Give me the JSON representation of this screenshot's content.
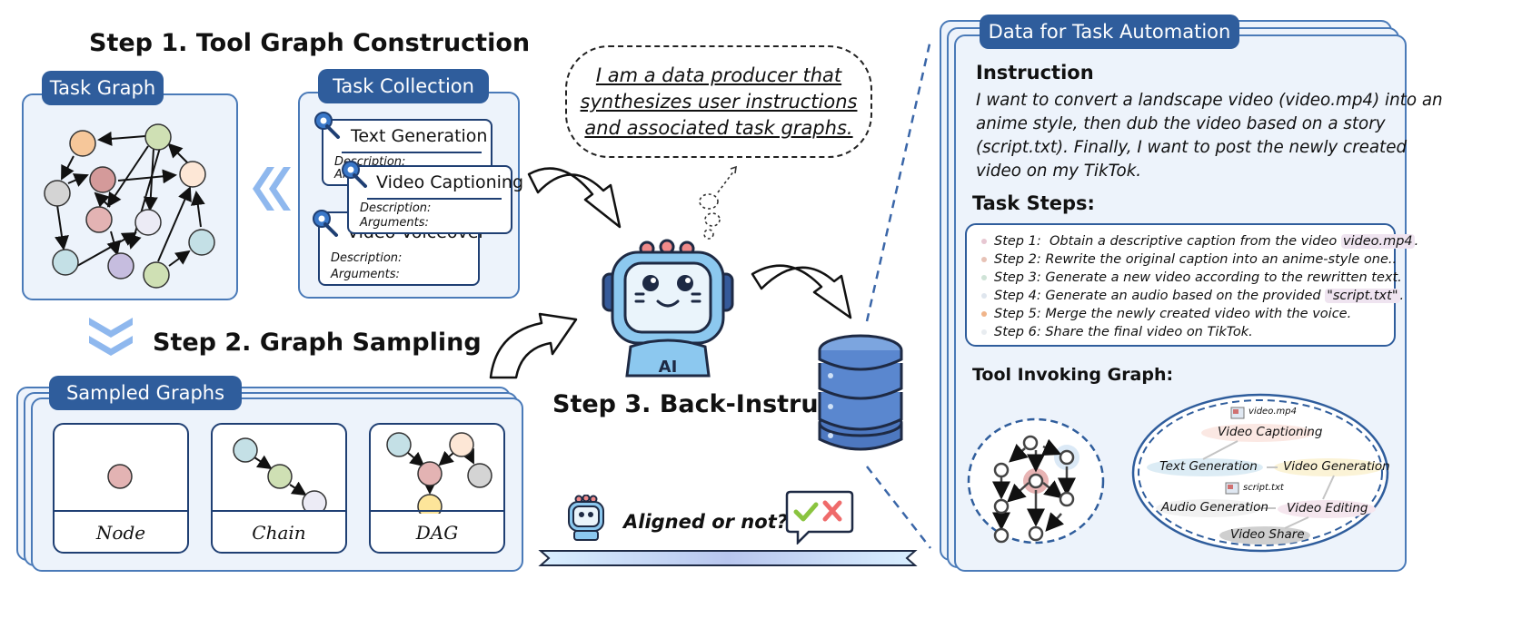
{
  "step1": {
    "heading": "Step 1. Tool Graph Construction",
    "task_graph_tab": "Task Graph",
    "task_collection_tab": "Task Collection",
    "cards": [
      {
        "title": "Text Generation",
        "description": "Description:",
        "arguments": "Arguments:"
      },
      {
        "title": "Video Captioning",
        "description": "Description:",
        "arguments": "Arguments:"
      },
      {
        "title": "Video Voiceover",
        "description": "Description:",
        "arguments": "Arguments:"
      }
    ]
  },
  "step2": {
    "heading": "Step 2. Graph Sampling",
    "sampled_tab": "Sampled Graphs",
    "samples": [
      "Node",
      "Chain",
      "DAG"
    ]
  },
  "step3": {
    "heading": "Step 3. Back-Instruct",
    "bubble_lines": [
      "I am a data producer that",
      "synthesizes user instructions",
      "and associated task graphs."
    ],
    "robot_label": "AI",
    "aligned_text": "Aligned or not?"
  },
  "automation": {
    "tab": "Data for Task Automation",
    "instruction_heading": "Instruction",
    "instruction_lines": [
      "I want to convert a landscape video (video.mp4) into an",
      "anime style, then dub the video based on a story",
      "(script.txt). Finally, I want to post the newly created",
      "video on my TikTok."
    ],
    "task_steps_heading": "Task Steps:",
    "steps": [
      {
        "label": "Step 1:",
        "text": "Obtain a descriptive caption from the video",
        "file": "video.mp4",
        "end": ".",
        "dot": "#e7c7d2"
      },
      {
        "label": "Step 2:",
        "text": "Rewrite the original caption into an anime-style one..",
        "file": "",
        "end": "",
        "dot": "#e7c2b6"
      },
      {
        "label": "Step 3:",
        "text": "Generate a new video according to the rewritten text.",
        "file": "",
        "end": "",
        "dot": "#cfe3d7"
      },
      {
        "label": "Step 4:",
        "text": "Generate an audio based on the provided",
        "file": "\"script.txt\"",
        "end": ".",
        "dot": "#dfe6ee"
      },
      {
        "label": "Step 5:",
        "text": "Merge the newly created video with the voice.",
        "file": "",
        "end": "",
        "dot": "#f0b48a"
      },
      {
        "label": "Step 6:",
        "text": "Share the final video on TikTok.",
        "file": "",
        "end": "",
        "dot": "#e8ecf0"
      }
    ],
    "tool_graph_heading": "Tool Invoking Graph:",
    "nodes": {
      "video_file": "video.mp4",
      "captioning": "Video Captioning",
      "text_gen": "Text Generation",
      "video_gen": "Video Generation",
      "script_file": "script.txt",
      "audio_gen": "Audio Generation",
      "video_edit": "Video Editing",
      "video_share": "Video Share"
    }
  },
  "colors": {
    "tab_blue": "#2f5d9c",
    "panel_fill": "#edf3fb",
    "panel_border": "#4a7ab8",
    "node_orange": "#f6c79a",
    "node_green": "#cfe0b4",
    "node_peach": "#fde7d6",
    "node_gray": "#d4d4d4",
    "node_red": "#d49a9a",
    "node_pink": "#e3b3b3",
    "node_lilac": "#ecebf5",
    "node_teal": "#c4e0e6",
    "node_purple": "#c6bddf",
    "node_yellow": "#fde59a"
  },
  "icons": [
    "chevron-double-left-icon",
    "chevron-double-down-icon",
    "wrench-gear-icon",
    "robot-icon",
    "database-icon",
    "check-cross-bubble-icon",
    "curved-arrow-icon"
  ]
}
